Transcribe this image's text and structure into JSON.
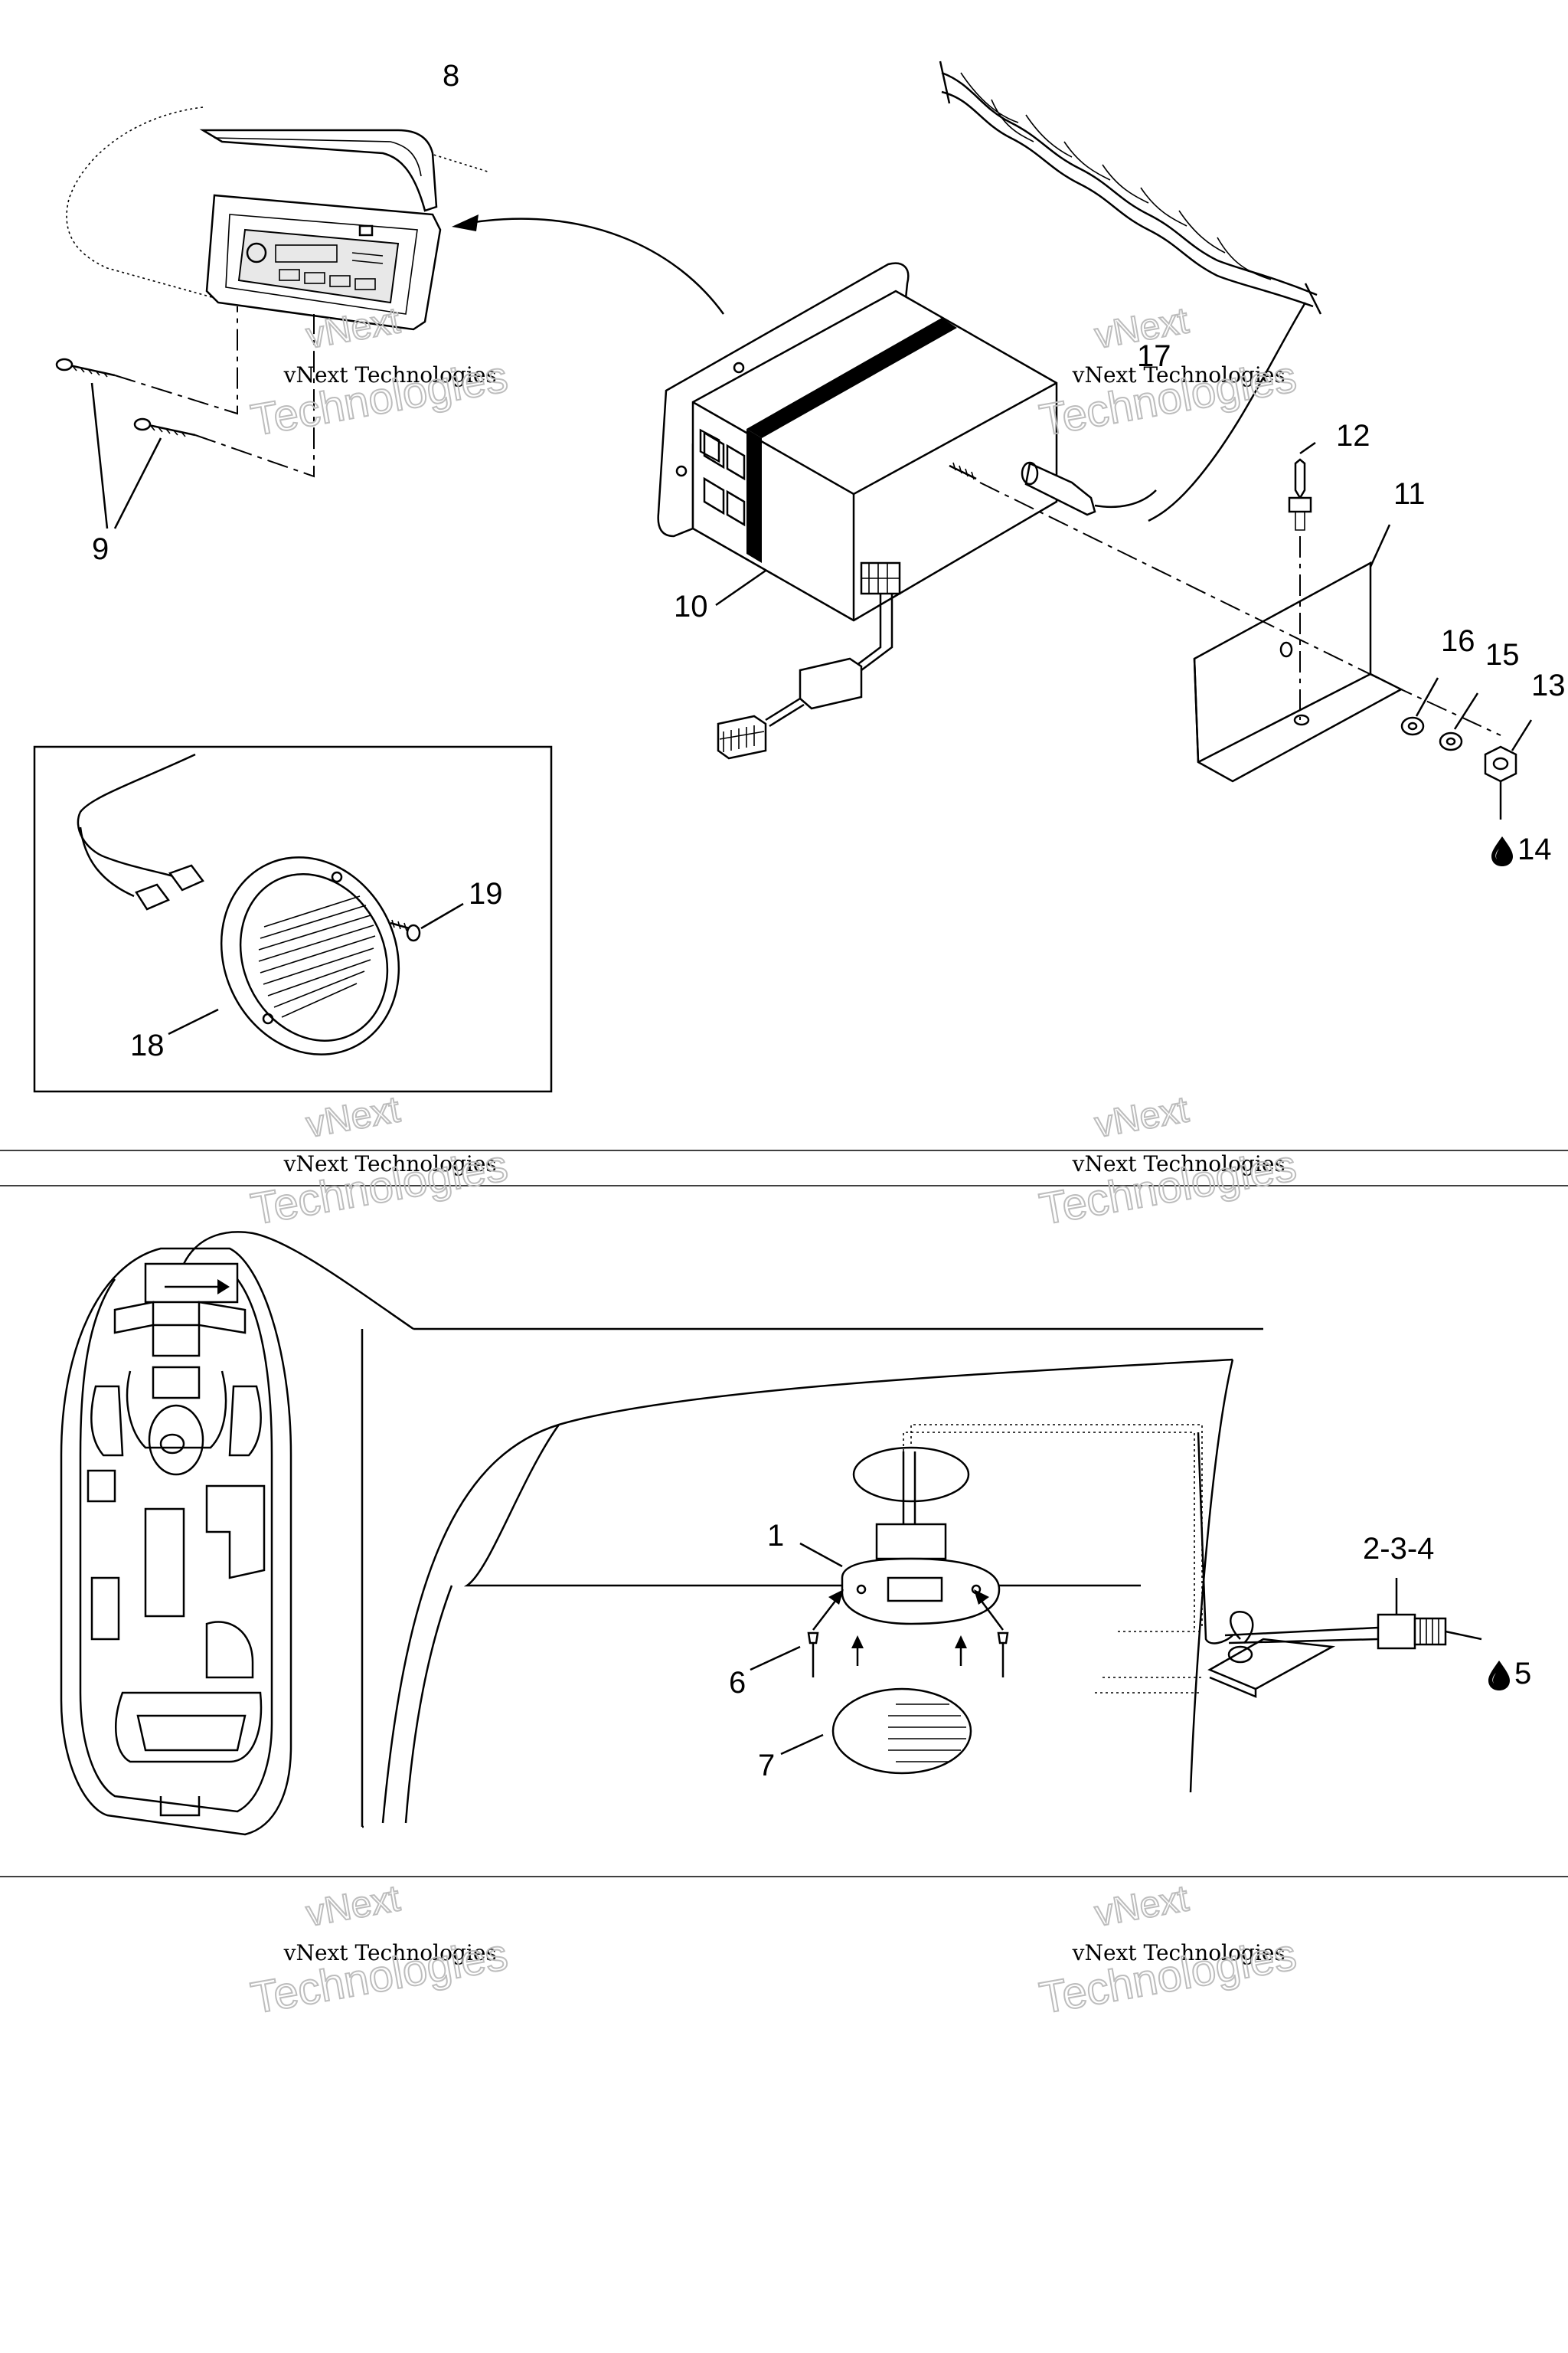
{
  "callouts": {
    "c1": "1",
    "c234": "2-3-4",
    "c5": "5",
    "c6": "6",
    "c7": "7",
    "c8": "8",
    "c9": "9",
    "c10": "10",
    "c11": "11",
    "c12": "12",
    "c13": "13",
    "c14": "14",
    "c15": "15",
    "c16": "16",
    "c17": "17",
    "c18": "18",
    "c19": "19"
  },
  "watermark": {
    "line1": "vNext",
    "line2": "vNext Technologies",
    "line3": "Technologies"
  },
  "icons": {
    "drop": "drop-icon"
  }
}
